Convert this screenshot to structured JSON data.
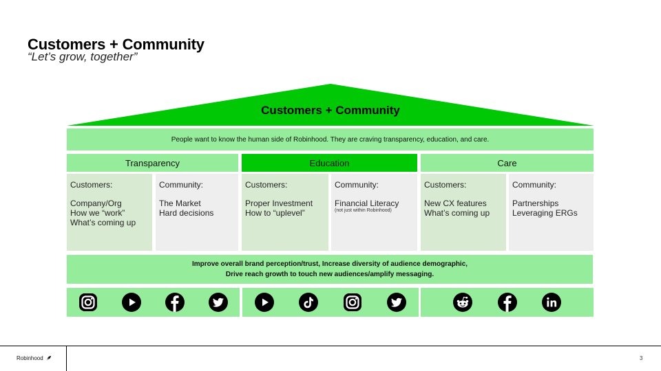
{
  "slide": {
    "title": "Customers + Community",
    "subtitle": "“Let’s grow, together”",
    "page_number": "3"
  },
  "roof": {
    "label": "Customers + Community",
    "color": "#00c805"
  },
  "banner": {
    "text": "People want to know the human side of Robinhood. They are craving transparency, education, and care."
  },
  "pillars": [
    {
      "name": "Transparency",
      "color": "#95ec9a",
      "customers": {
        "head": "Customers:",
        "lines": [
          "Company/Org",
          "How we “work”",
          "What’s coming up"
        ]
      },
      "community": {
        "head": "Community:",
        "lines": [
          "The Market",
          "Hard decisions"
        ],
        "note": ""
      },
      "icons": [
        "instagram-icon",
        "youtube-icon",
        "facebook-icon",
        "twitter-icon"
      ]
    },
    {
      "name": "Education",
      "color": "#00c805",
      "customers": {
        "head": "Customers:",
        "lines": [
          "Proper Investment",
          "How to “uplevel”"
        ]
      },
      "community": {
        "head": "Community:",
        "lines": [
          "Financial Literacy"
        ],
        "note": "(not just within Robinhood)"
      },
      "icons": [
        "youtube-icon",
        "tiktok-icon",
        "instagram-icon",
        "twitter-icon"
      ]
    },
    {
      "name": "Care",
      "color": "#95ec9a",
      "customers": {
        "head": "Customers:",
        "lines": [
          "New CX features",
          "What’s coming up"
        ]
      },
      "community": {
        "head": "Community:",
        "lines": [
          "Partnerships",
          "Leveraging ERGs"
        ],
        "note": ""
      },
      "icons": [
        "reddit-icon",
        "facebook-icon",
        "linkedin-icon"
      ]
    }
  ],
  "goals": {
    "line1": "Improve overall brand perception/trust, Increase diversity of audience demographic,",
    "line2": "Drive reach growth to touch new audiences/amplify messaging."
  },
  "footer": {
    "logo_text": "Robinhood",
    "logo_icon": "feather-icon"
  }
}
